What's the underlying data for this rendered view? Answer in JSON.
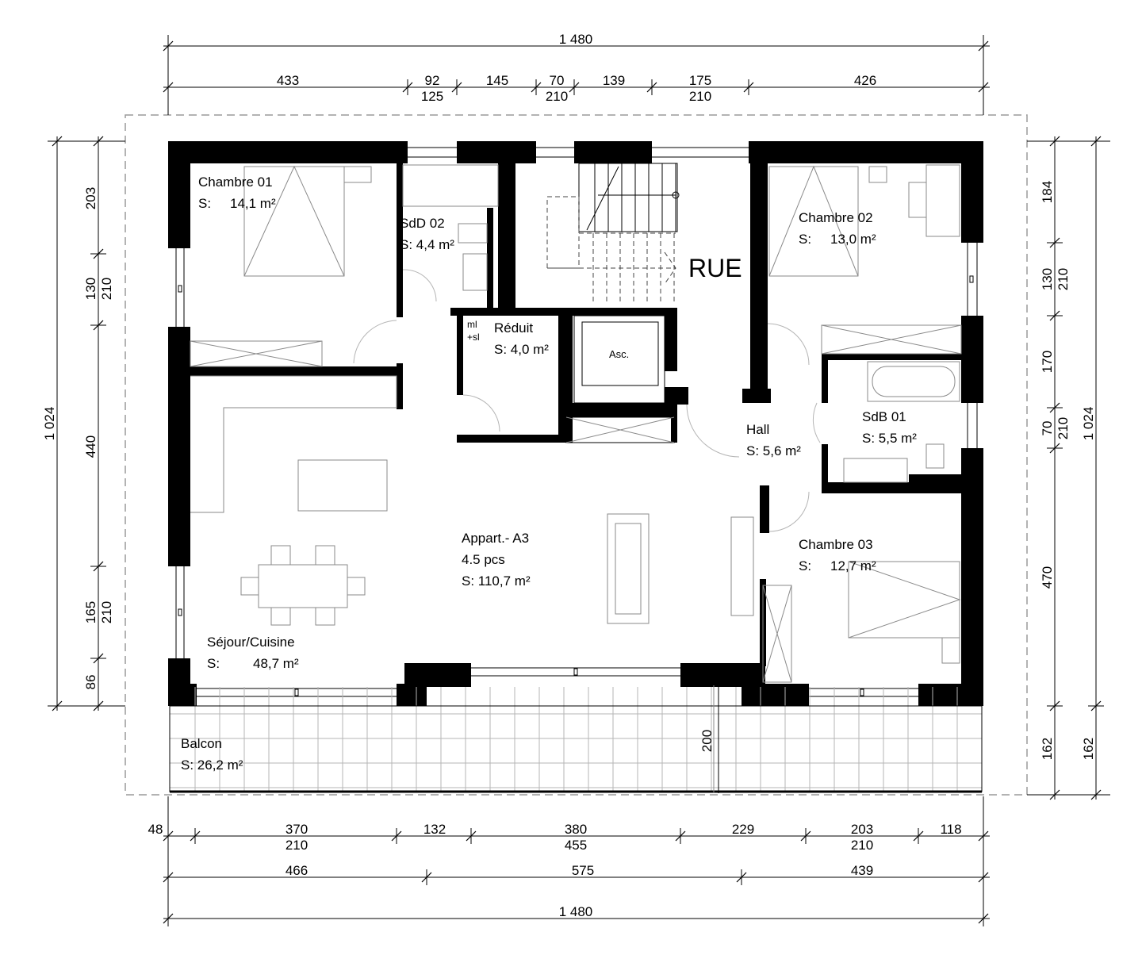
{
  "dimensions": {
    "top_total": "1 480",
    "top_row": [
      "433",
      "92",
      "125",
      "145",
      "70",
      "210",
      "139",
      "175",
      "210",
      "426"
    ],
    "left_total": "1 024",
    "left_col": [
      "203",
      "130",
      "210",
      "440",
      "165",
      "210",
      "86"
    ],
    "right_total": "1 024",
    "right_col": [
      "184",
      "130",
      "210",
      "170",
      "70",
      "210",
      "470",
      "162",
      "162"
    ],
    "bottom_row1": [
      "48",
      "370",
      "210",
      "132",
      "380",
      "455",
      "229",
      "203",
      "210",
      "118"
    ],
    "bottom_row2": [
      "466",
      "575",
      "439"
    ],
    "bottom_total": "1 480",
    "balcony_depth": "200"
  },
  "rooms": {
    "chambre01": {
      "name": "Chambre 01",
      "s_label": "S:",
      "area": "14,1 m²"
    },
    "sdd02": {
      "name": "SdD 02",
      "area": "S: 4,4 m²"
    },
    "chambre02": {
      "name": "Chambre 02",
      "s_label": "S:",
      "area": "13,0 m²"
    },
    "reduit": {
      "name": "Réduit",
      "area": "S: 4,0 m²",
      "note1": "ml",
      "note2": "+sl"
    },
    "asc": {
      "name": "Asc."
    },
    "hall": {
      "name": "Hall",
      "area": "S: 5,6 m²"
    },
    "sdb01": {
      "name": "SdB 01",
      "area": "S: 5,5 m²"
    },
    "chambre03": {
      "name": "Chambre 03",
      "s_label": "S:",
      "area": "12,7 m²"
    },
    "sejour": {
      "name": "Séjour/Cuisine",
      "s_label": "S:",
      "area": "48,7 m²"
    },
    "balcon": {
      "name": "Balcon",
      "area": "S: 26,2 m²"
    },
    "appart": {
      "name": "Appart.- A3",
      "pieces": "4.5 pcs",
      "area": "S: 110,7 m²"
    },
    "rue": "RUE"
  },
  "colors": {
    "wall": "#000000",
    "furniture": "#8a8a8a",
    "outline": "#9a9a9a"
  }
}
